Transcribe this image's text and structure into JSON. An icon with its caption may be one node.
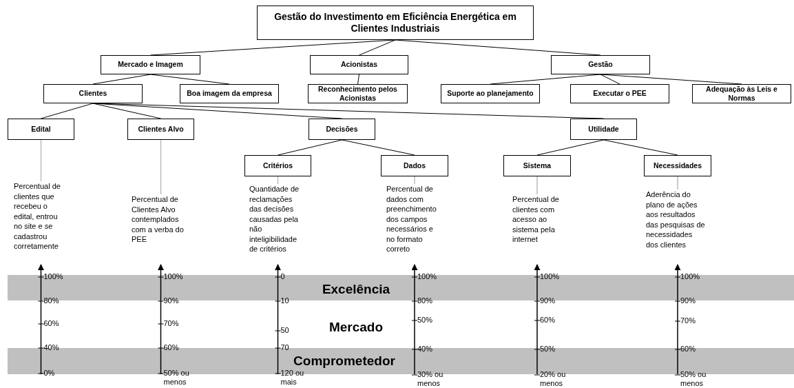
{
  "diagram": {
    "nodes": [
      {
        "text": [
          "Gestão do Investimento em Eficiência Energética em Clientes Industriais"
        ]
      },
      {
        "text": [
          "Mercado e Imagem"
        ]
      },
      {
        "text": [
          "Acionistas"
        ]
      },
      {
        "text": [
          "Gestão"
        ]
      },
      {
        "text": [
          "Clientes"
        ]
      },
      {
        "text": [
          "Boa imagem da empresa"
        ]
      },
      {
        "text": [
          "Reconhecimento  pelos Acionistas"
        ]
      },
      {
        "text": [
          "Suporte ao planejamento"
        ]
      },
      {
        "text": [
          "Executar o PEE"
        ]
      },
      {
        "text": [
          "Adequação às Leis e Normas"
        ]
      },
      {
        "text": [
          "Edital"
        ]
      },
      {
        "text": [
          "Clientes Alvo"
        ]
      },
      {
        "text": [
          "Decisões"
        ]
      },
      {
        "text": [
          "Utilidade"
        ]
      },
      {
        "text": [
          "Critérios"
        ]
      },
      {
        "text": [
          "Dados"
        ]
      },
      {
        "text": [
          "Sistema"
        ]
      },
      {
        "text": [
          "Necessidades"
        ]
      },
      {
        "text": [
          "Percentual de clientes que recebeu o edital, entrou no site e se cadastrou corretamente"
        ]
      },
      {
        "text": [
          "Percentual de Clientes Alvo contemplados com a verba do PEE"
        ]
      },
      {
        "text": [
          "Quantidade de reclamações das decisões causadas pela não inteligibilidade de critérios"
        ]
      },
      {
        "text": [
          "Percentual de dados com preenchimento dos campos necessários e no formato correto"
        ]
      },
      {
        "text": [
          "Percentual de clientes com acesso ao sistema pela internet"
        ]
      },
      {
        "text": [
          "Aderência do plano de ações aos resultados das pesquisas de necessidades dos clientes"
        ]
      }
    ],
    "edges": [
      {
        "from": 0,
        "to": 1,
        "arrow": "none"
      },
      {
        "from": 0,
        "to": 2,
        "arrow": "none"
      },
      {
        "from": 0,
        "to": 3,
        "arrow": "none"
      },
      {
        "from": 1,
        "to": 4,
        "arrow": "none"
      },
      {
        "from": 1,
        "to": 5,
        "arrow": "none"
      },
      {
        "from": 2,
        "to": 6,
        "arrow": "none"
      },
      {
        "from": 3,
        "to": 7,
        "arrow": "none"
      },
      {
        "from": 3,
        "to": 8,
        "arrow": "none"
      },
      {
        "from": 3,
        "to": 9,
        "arrow": "none"
      },
      {
        "from": 4,
        "to": 10,
        "arrow": "none"
      },
      {
        "from": 4,
        "to": 11,
        "arrow": "none"
      },
      {
        "from": 4,
        "to": 12,
        "arrow": "none"
      },
      {
        "from": 4,
        "to": 13,
        "arrow": "none"
      },
      {
        "from": 12,
        "to": 14,
        "arrow": "none"
      },
      {
        "from": 12,
        "to": 15,
        "arrow": "none"
      },
      {
        "from": 13,
        "to": 16,
        "arrow": "none"
      },
      {
        "from": 13,
        "to": 17,
        "arrow": "none"
      },
      {
        "from": 10,
        "to": 18,
        "arrow": "none",
        "color": "#bfbfbf"
      },
      {
        "from": 11,
        "to": 19,
        "arrow": "none",
        "color": "#bfbfbf"
      },
      {
        "from": 14,
        "to": 20,
        "arrow": "none",
        "color": "#bfbfbf"
      },
      {
        "from": 15,
        "to": 21,
        "arrow": "none",
        "color": "#bfbfbf"
      },
      {
        "from": 16,
        "to": 22,
        "arrow": "none",
        "color": "#bfbfbf"
      },
      {
        "from": 17,
        "to": 23,
        "arrow": "none",
        "color": "#bfbfbf"
      }
    ],
    "labels": [
      "100%",
      "100%",
      "0",
      "100%",
      "100%",
      "100%",
      "Excelência",
      "80%",
      "90%",
      "10",
      "80%",
      "90%",
      "90%",
      "60%",
      "70%",
      "50",
      "50%",
      "60%",
      "70%",
      "Mercado",
      "40%",
      "60%",
      "70",
      "40%",
      "50%",
      "60%",
      "Comprometedor",
      "0%",
      "50% ou menos",
      "120 ou mais",
      "30% ou menos",
      "20% ou menos",
      "50% ou menos"
    ]
  }
}
